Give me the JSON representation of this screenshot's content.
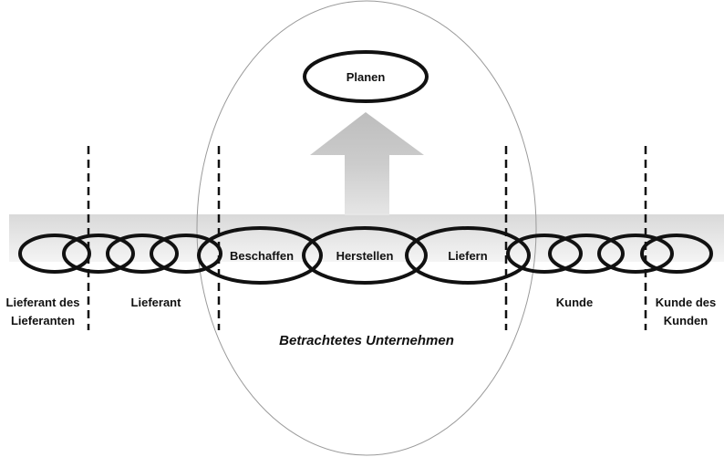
{
  "diagram": {
    "top_process": "Planen",
    "enterprise_processes": [
      "Beschaffen",
      "Herstellen",
      "Liefern"
    ],
    "enterprise_label": "Betrachtetes Unternehmen",
    "left_partners": [
      {
        "lines": [
          "Lieferant des",
          "Lieferanten"
        ]
      },
      {
        "lines": [
          "Lieferant"
        ]
      }
    ],
    "right_partners": [
      {
        "lines": [
          "Kunde"
        ]
      },
      {
        "lines": [
          "Kunde des",
          "Kunden"
        ]
      }
    ],
    "colors": {
      "chain_stroke": "#111111",
      "band_top": "#d9d9d9",
      "band_bottom": "#f4f4f4",
      "arrow_top": "#bdbdbd",
      "arrow_bottom": "#e6e6e6",
      "enterprise_outline": "#9a9a9a"
    }
  }
}
